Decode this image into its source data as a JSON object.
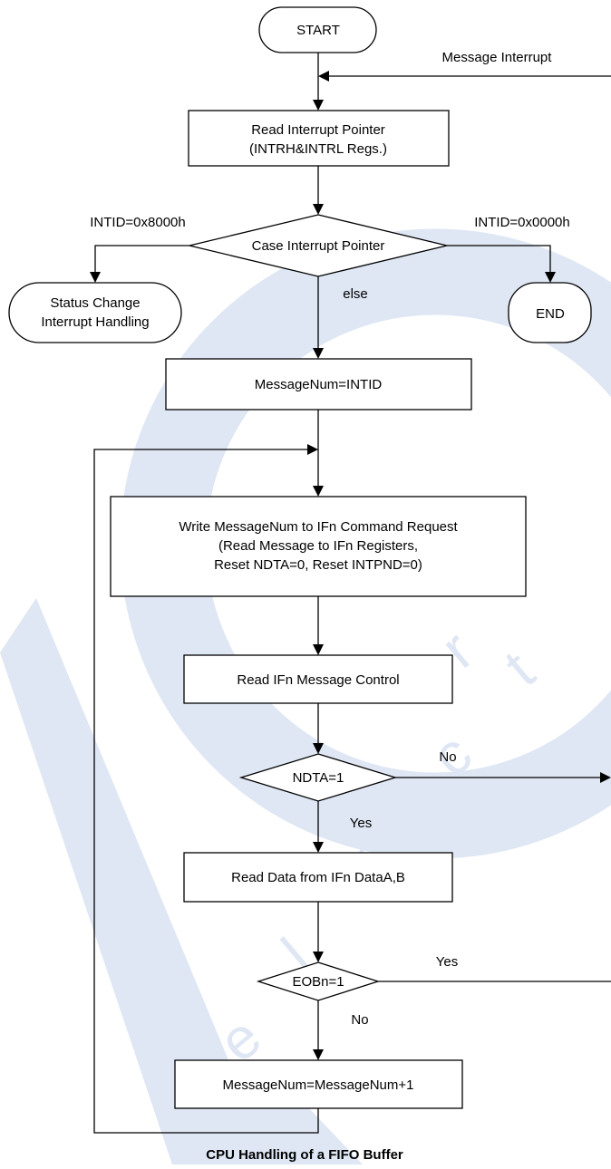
{
  "diagram": {
    "start": "START",
    "entry_label": "Message Interrupt",
    "read_pointer": [
      "Read Interrupt Pointer",
      "(INTRH&INTRL Regs.)"
    ],
    "case_decision": "Case Interrupt Pointer",
    "left_branch_label": "INTID=0x8000h",
    "right_branch_label": "INTID=0x0000h",
    "else_label": "else",
    "status_change": [
      "Status Change",
      "Interrupt Handling"
    ],
    "end": "END",
    "message_num_assign": "MessageNum=INTID",
    "write_command": [
      "Write MessageNum to IFn Command Request",
      "(Read Message to IFn Registers,",
      "Reset NDTA=0, Reset INTPND=0)"
    ],
    "read_control": "Read IFn Message Control",
    "ndta_decision": "NDTA=1",
    "ndta_no": "No",
    "ndta_yes": "Yes",
    "read_data": "Read Data from IFn DataA,B",
    "eob_decision": "EOBn=1",
    "eob_yes": "Yes",
    "eob_no": "No",
    "increment": "MessageNum=MessageNum+1",
    "caption": "CPU Handling of a FIFO Buffer"
  },
  "watermark": {
    "letters": [
      "e",
      "l",
      "e",
      "c",
      "t",
      "r"
    ]
  }
}
